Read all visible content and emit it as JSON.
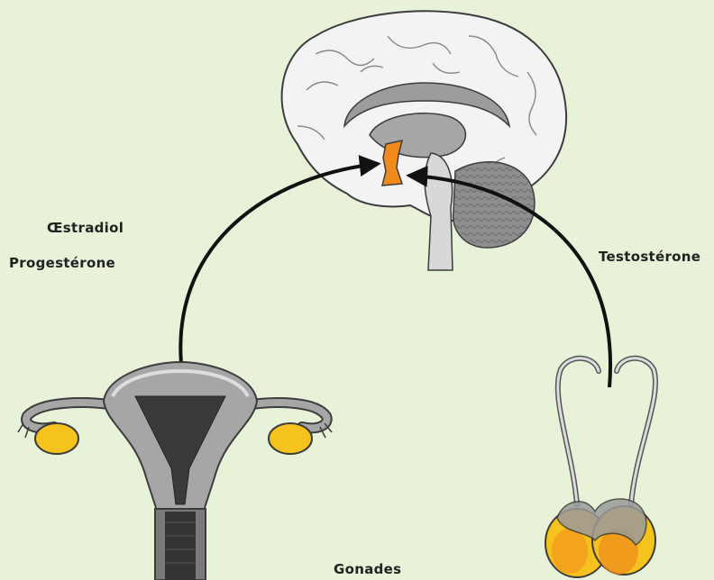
{
  "labels": {
    "estradiol": "Œstradiol",
    "progesterone": "Progestérone",
    "testosterone": "Testostérone",
    "gonades": "Gonades"
  },
  "colors": {
    "background": "#e7f2d9",
    "brain_white": "#f3f3f3",
    "brain_grey": "#a6a6a6",
    "hypothalamus": "#f08a1c",
    "gonad_yellow": "#f6c21d",
    "arrow": "#111111"
  },
  "icons": [
    "brain-icon",
    "hypothalamus-icon",
    "uterus-ovaries-icon",
    "testes-icon"
  ]
}
